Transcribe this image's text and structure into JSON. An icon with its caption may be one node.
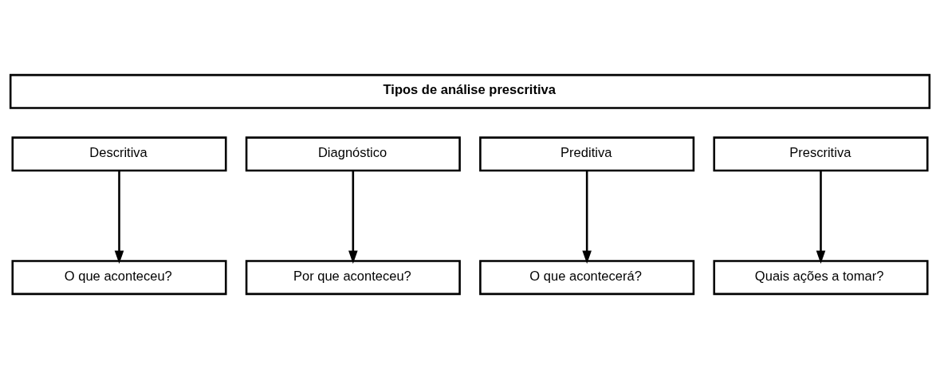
{
  "diagram": {
    "nodes": [
      {
        "text": [
          "Tipos de análise prescritiva"
        ]
      },
      {
        "text": [
          "Descritiva"
        ]
      },
      {
        "text": [
          "Diagnóstico"
        ]
      },
      {
        "text": [
          "Preditiva"
        ]
      },
      {
        "text": [
          "Prescritiva"
        ]
      },
      {
        "text": [
          "O que aconteceu?"
        ]
      },
      {
        "text": [
          "Por que aconteceu?"
        ]
      },
      {
        "text": [
          "O que acontecerá?"
        ]
      },
      {
        "text": [
          "Quais ações a tomar?"
        ]
      }
    ],
    "edges": [
      {
        "from": 1,
        "to": 5,
        "arrow": "to"
      },
      {
        "from": 2,
        "to": 6,
        "arrow": "to"
      },
      {
        "from": 3,
        "to": 7,
        "arrow": "to"
      },
      {
        "from": 4,
        "to": 8,
        "arrow": "to"
      }
    ]
  }
}
